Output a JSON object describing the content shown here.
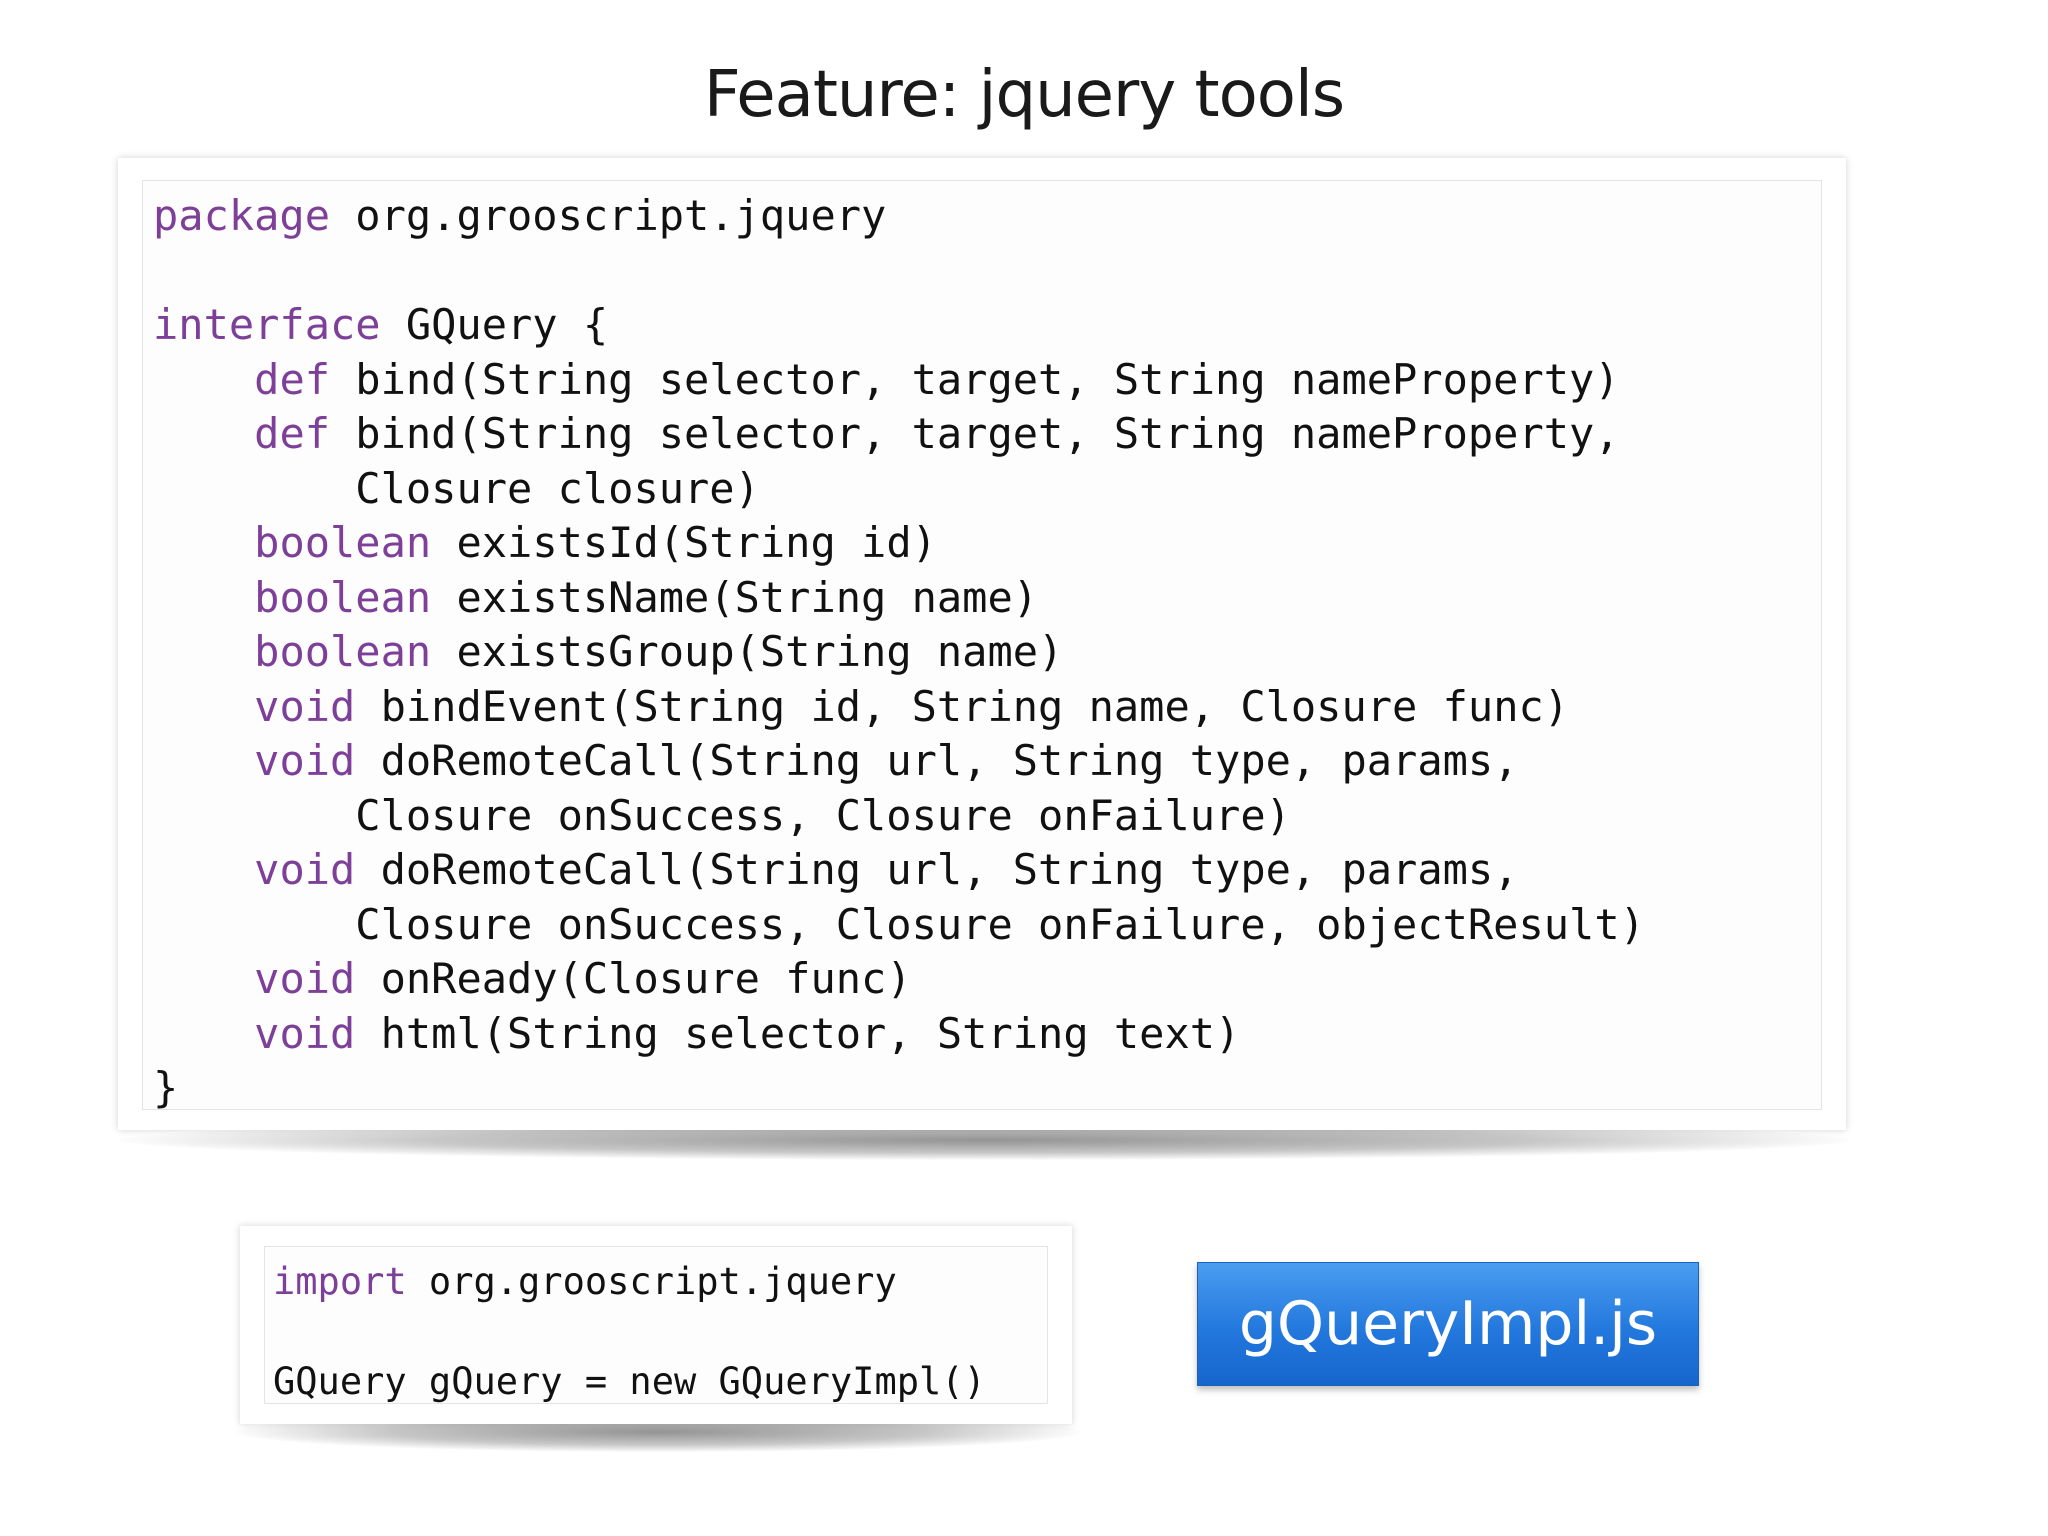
{
  "slide": {
    "title": "Feature: jquery tools"
  },
  "interface_code": {
    "lines": [
      {
        "kw": "package",
        "rest": " org.grooscript.jquery"
      },
      {
        "kw": "",
        "rest": ""
      },
      {
        "kw": "interface",
        "rest": " GQuery {"
      },
      {
        "indent": "    ",
        "kw": "def",
        "rest": " bind(String selector, target, String nameProperty)"
      },
      {
        "indent": "    ",
        "kw": "def",
        "rest": " bind(String selector, target, String nameProperty,"
      },
      {
        "indent": "       ",
        "kw": "",
        "rest": " Closure closure)"
      },
      {
        "indent": "    ",
        "kw": "boolean",
        "rest": " existsId(String id)"
      },
      {
        "indent": "    ",
        "kw": "boolean",
        "rest": " existsName(String name)"
      },
      {
        "indent": "    ",
        "kw": "boolean",
        "rest": " existsGroup(String name)"
      },
      {
        "indent": "    ",
        "kw": "void",
        "rest": " bindEvent(String id, String name, Closure func)"
      },
      {
        "indent": "    ",
        "kw": "void",
        "rest": " doRemoteCall(String url, String type, params,"
      },
      {
        "indent": "       ",
        "kw": "",
        "rest": " Closure onSuccess, Closure onFailure)"
      },
      {
        "indent": "    ",
        "kw": "void",
        "rest": " doRemoteCall(String url, String type, params,"
      },
      {
        "indent": "       ",
        "kw": "",
        "rest": " Closure onSuccess, Closure onFailure, objectResult)"
      },
      {
        "indent": "    ",
        "kw": "void",
        "rest": " onReady(Closure func)"
      },
      {
        "indent": "    ",
        "kw": "void",
        "rest": " html(String selector, String text)"
      },
      {
        "kw": "",
        "rest": "}"
      }
    ]
  },
  "usage_code": {
    "lines": [
      {
        "kw": "import",
        "rest": " org.grooscript.jquery"
      },
      {
        "kw": "",
        "rest": ""
      },
      {
        "kw": "",
        "rest": "GQuery gQuery = new GQueryImpl()"
      }
    ]
  },
  "impl_button": {
    "label": "gQueryImpl.js",
    "color": "#2378dd"
  },
  "colors": {
    "keyword": "#7d3f98",
    "code_text": "#111111"
  }
}
